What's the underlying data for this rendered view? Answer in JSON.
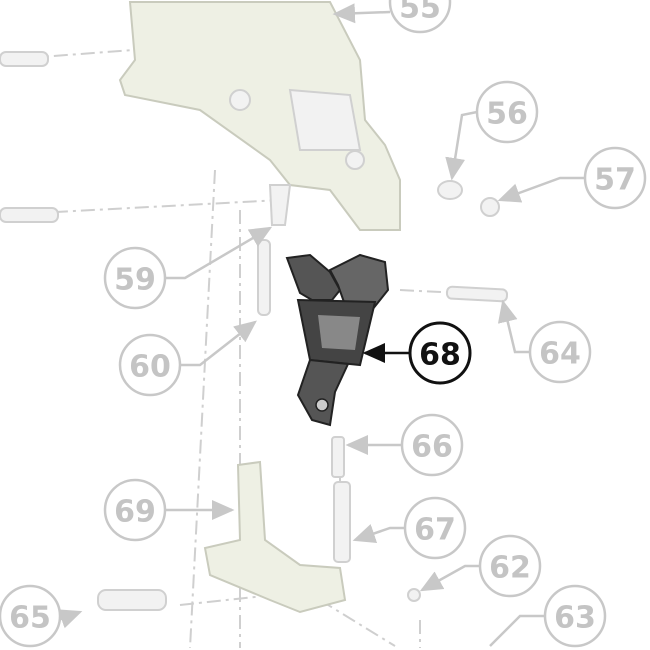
{
  "diagram": {
    "highlighted_part": "68",
    "callouts": [
      "55",
      "56",
      "57",
      "59",
      "60",
      "64",
      "68",
      "66",
      "67",
      "69",
      "62",
      "63",
      "65"
    ],
    "colors": {
      "faded": "#c4c4c4",
      "highlight": "#111111",
      "part_fill": "#eef0e4"
    }
  }
}
